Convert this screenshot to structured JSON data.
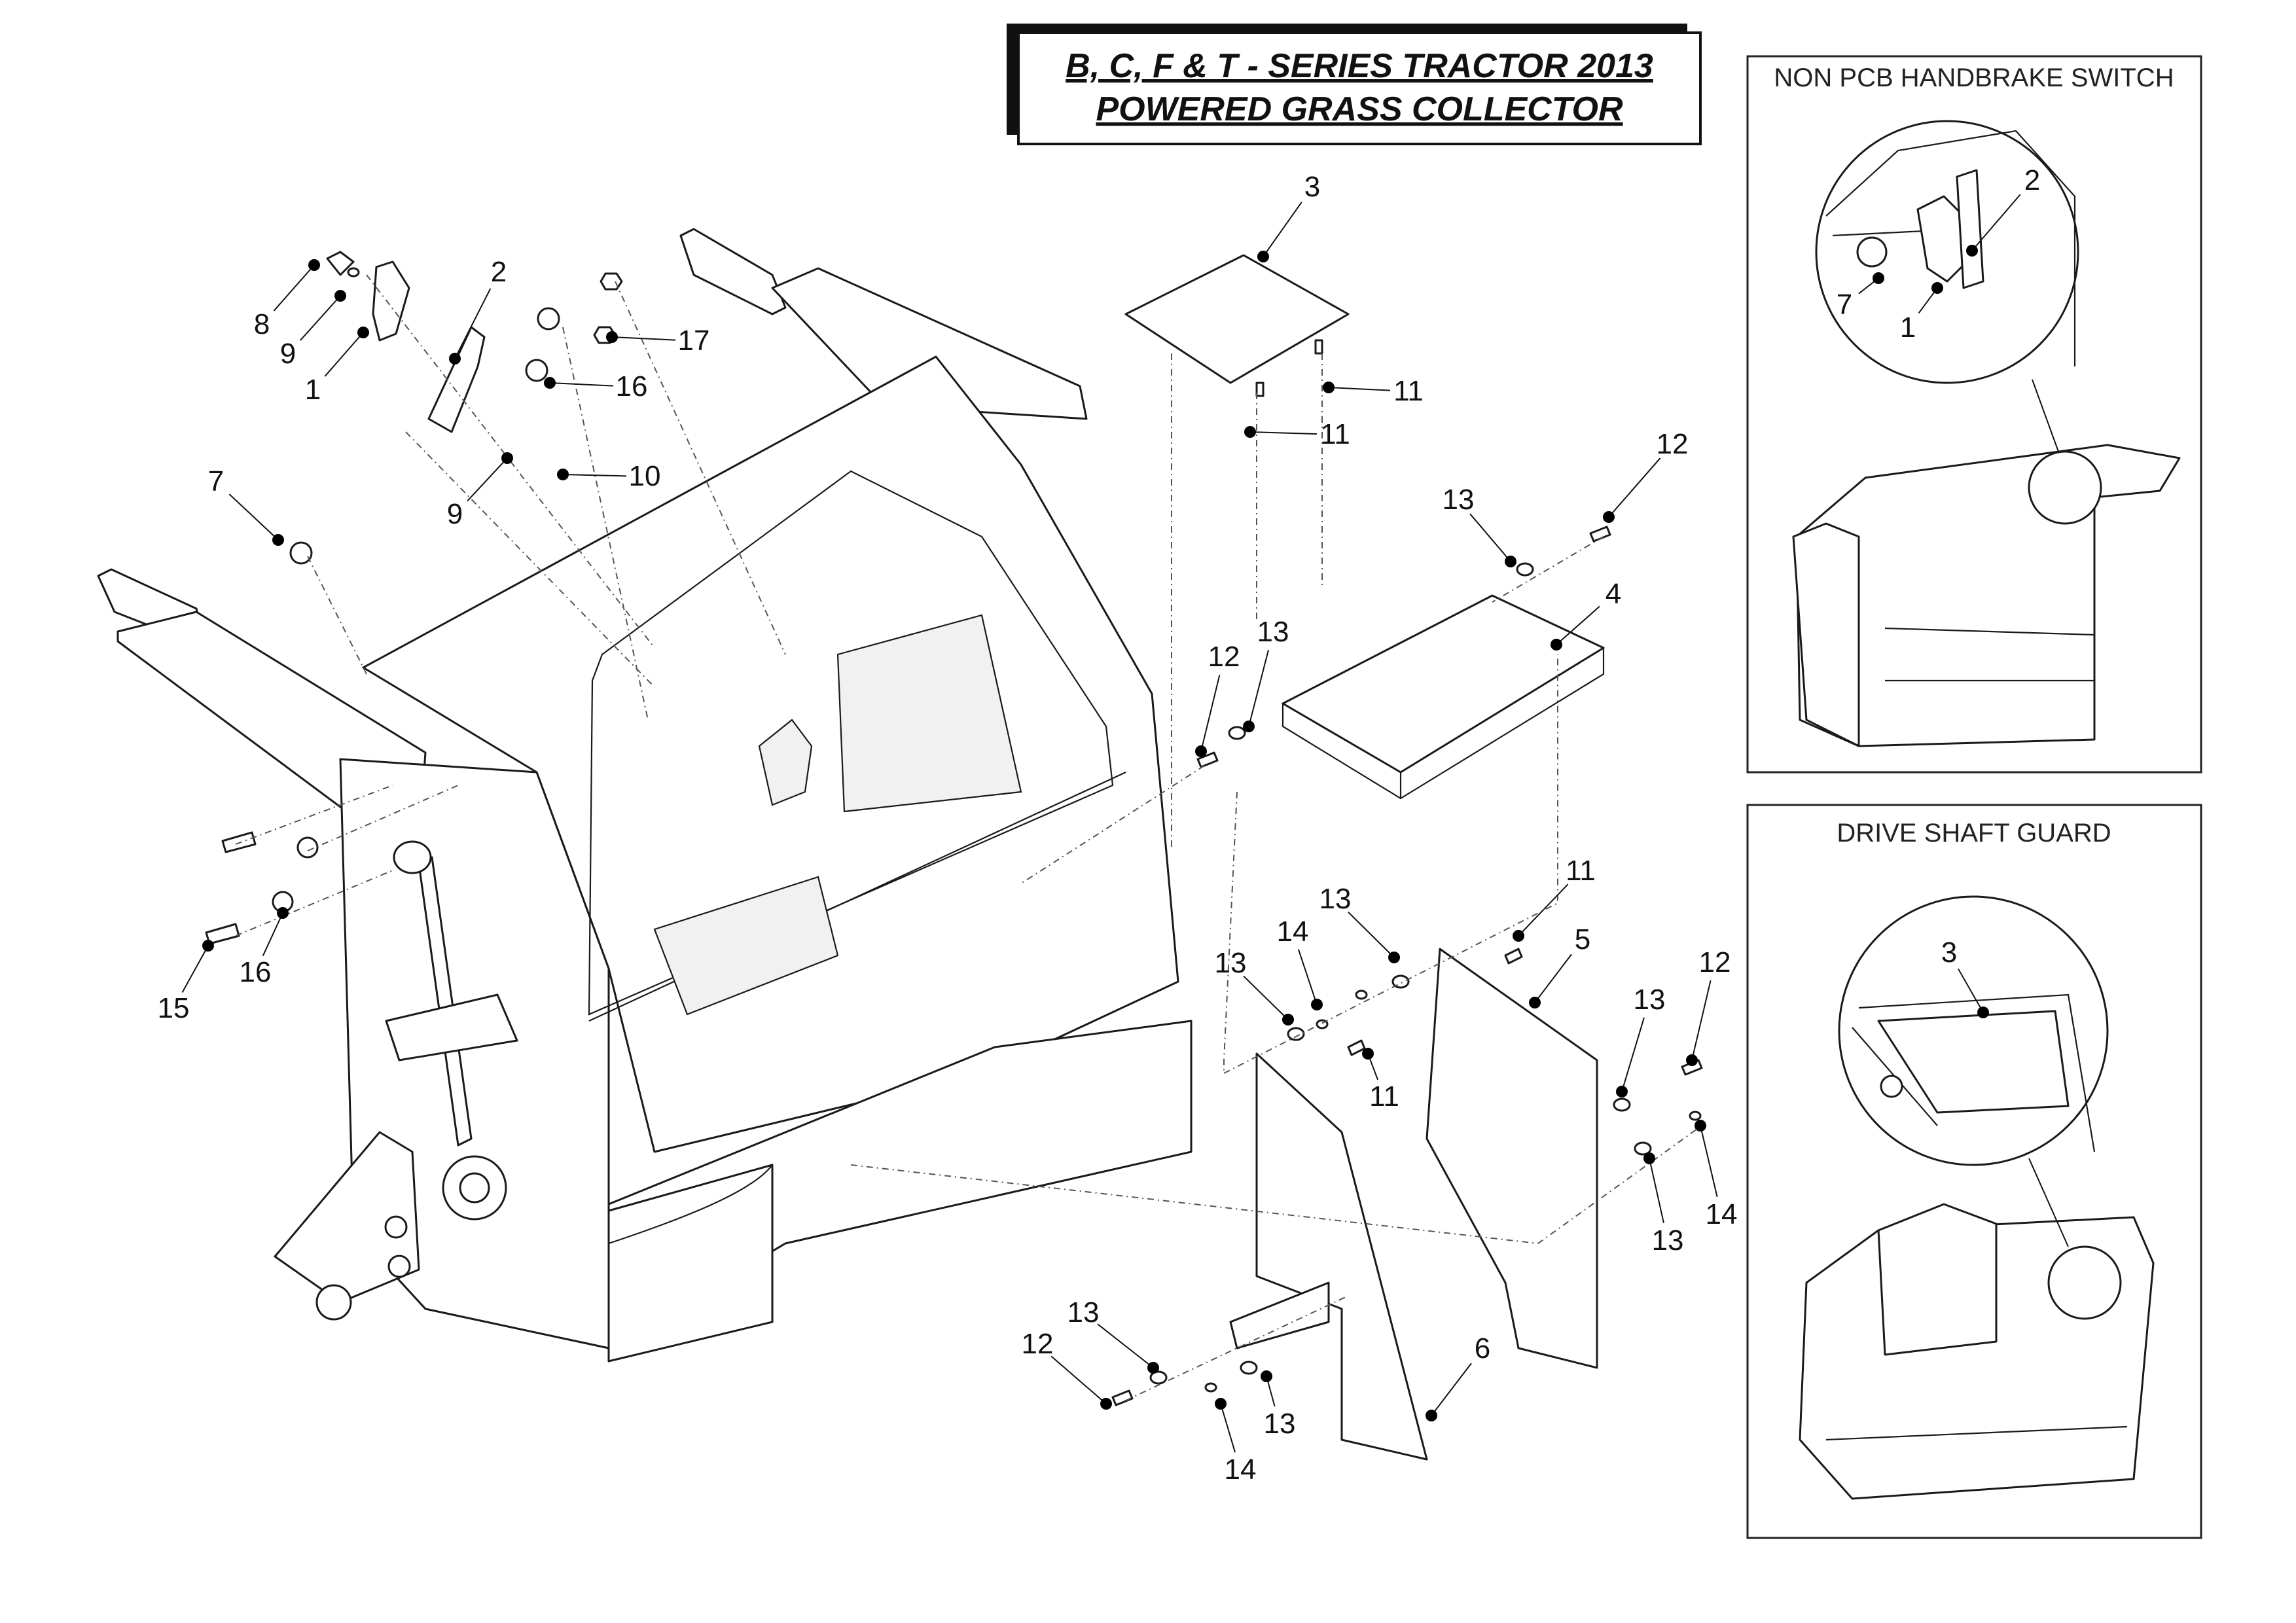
{
  "title": {
    "line1": "B, C, F & T - SERIES TRACTOR 2013",
    "line2": "POWERED GRASS COLLECTOR"
  },
  "insets": [
    {
      "id": "handbrake",
      "title": "NON PCB HANDBRAKE SWITCH",
      "callouts": [
        "2",
        "7",
        "1"
      ]
    },
    {
      "id": "driveshaft",
      "title": "DRIVE SHAFT GUARD",
      "callouts": [
        "3"
      ]
    }
  ],
  "callouts": [
    "8",
    "9",
    "1",
    "2",
    "17",
    "16",
    "9",
    "10",
    "7",
    "3",
    "11",
    "11",
    "12",
    "13",
    "4",
    "12",
    "13",
    "11",
    "5",
    "13",
    "14",
    "13",
    "11",
    "13",
    "12",
    "14",
    "13",
    "16",
    "15",
    "13",
    "12",
    "6",
    "13",
    "14"
  ]
}
